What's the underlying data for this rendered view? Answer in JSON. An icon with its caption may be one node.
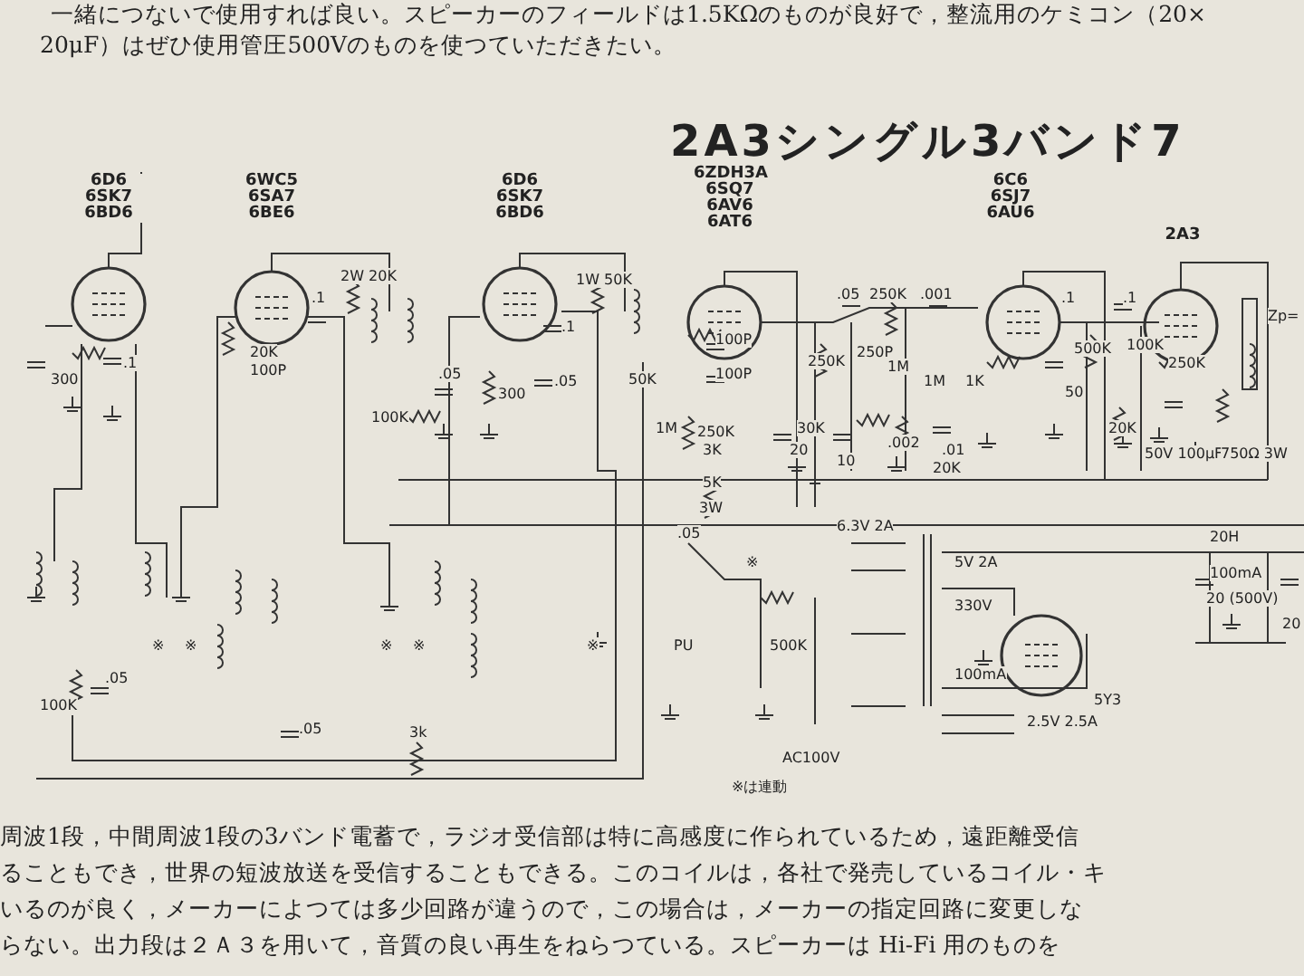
{
  "diagram": {
    "title": "2A3シングル3バンド7",
    "labels": [
      "一緒につないで使用すれば良い。スピーカーのフィールドは1.5KΩのものが良好で，整流用のケミコン（20×",
      "20μF）はぜひ使用管圧500Vのものを使つていただきたい。",
      "6D6 6SK7 6BD6",
      "6WC5 6SA7 6BE6",
      "6D6 6SK7 6BD6",
      "6ZDH3A 6SQ7 6AV6 6AT6",
      "6C6 6SJ7 6AU6",
      "2A3",
      "Zp=",
      "300",
      ".1",
      ".1",
      "2W 20K",
      "20K",
      "100P",
      ".05",
      "100K",
      "300",
      ".05",
      ".1",
      "1W 50K",
      "50K",
      "100P",
      "100P",
      "1M",
      "250K",
      "3K",
      "20",
      "5K",
      "3W",
      ".05",
      "250K",
      "30K",
      "10",
      "250K",
      ".001",
      "250P",
      "1M",
      "1M",
      ".002",
      ".01",
      "20K",
      ".1",
      "1K",
      "50",
      "500K",
      "100K",
      "20K",
      ".1",
      "250K",
      "50V 100μF",
      "750Ω 3W",
      ".05",
      "100K",
      "※",
      "※",
      "※",
      ".05",
      "※",
      "※",
      "3k",
      ".05",
      "※",
      "PU",
      "500K",
      "6.3V 2A",
      "5V 2A",
      "330V",
      "100mA",
      "5Y3",
      "2.5V 2.5A",
      "AC100V",
      "20H",
      "100mA",
      "20 (500V)",
      "20",
      "※は連動",
      "周波1段，中間周波1段の3バンド電蓄で，ラジオ受信部は特に高感度に作られているため，遠距離受信",
      "ることもでき，世界の短波放送を受信することもできる。このコイルは，各社で発売しているコイル・キ",
      "いるのが良く，メーカーによつては多少回路が違うので，この場合は，メーカーの指定回路に変更しな",
      "らない。出力段は２Ａ３を用いて，音質の良い再生をねらつている。スピーカーは Hi-Fi 用のものを"
    ]
  }
}
